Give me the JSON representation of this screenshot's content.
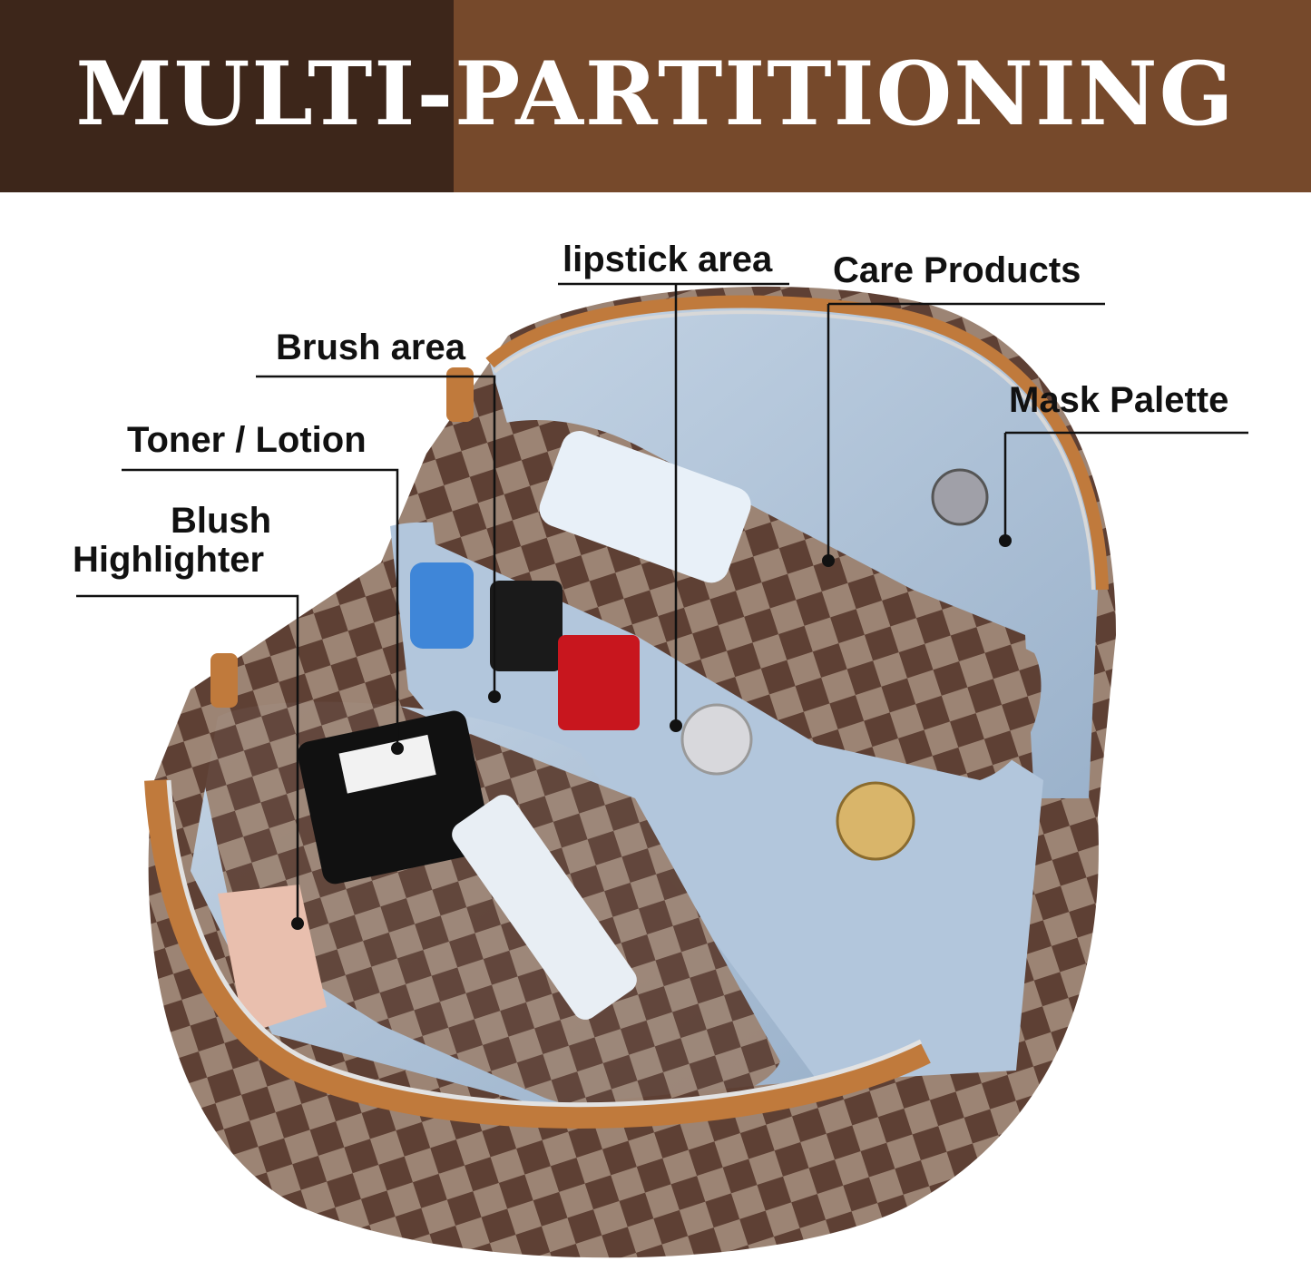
{
  "banner": {
    "title": "MULTI-PARTITIONING",
    "colors": {
      "left": "#3d261a",
      "right": "#76492b",
      "text": "#ffffff"
    }
  },
  "labels": {
    "lipstick": "lipstick area",
    "care": "Care Products",
    "brush": "Brush area",
    "mask": "Mask Palette",
    "toner": "Toner / Lotion",
    "blush": "Blush",
    "highlighter": "Highlighter"
  },
  "colors": {
    "bag_brown": "#6b4a3a",
    "checker_light": "#a89080",
    "leather_tan": "#c07a3c",
    "lining_blue": "#a9bfd6",
    "callout_line": "#111111"
  }
}
